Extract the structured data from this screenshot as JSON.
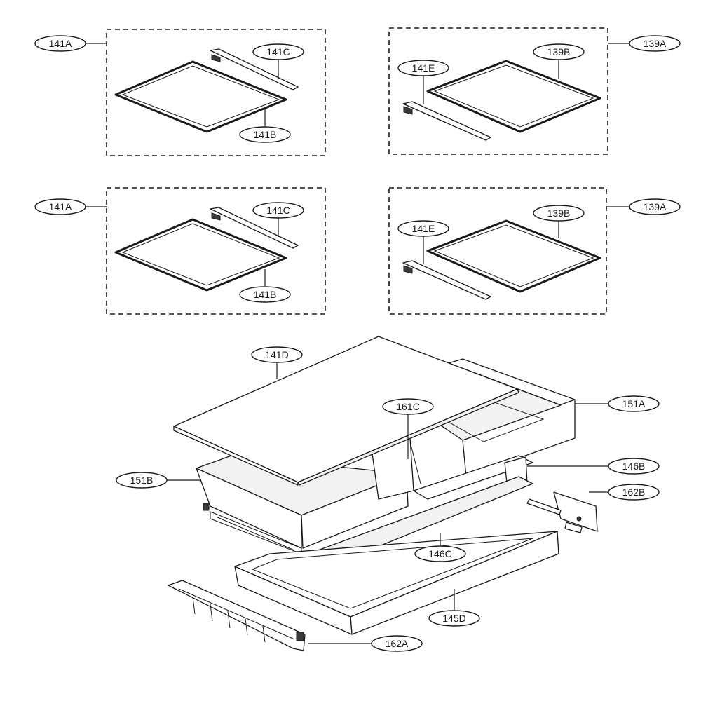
{
  "callouts": {
    "c141A_1": "141A",
    "c141C_1": "141C",
    "c141B_1": "141B",
    "c139A_1": "139A",
    "c139B_1": "139B",
    "c141E_1": "141E",
    "c141A_2": "141A",
    "c141C_2": "141C",
    "c141B_2": "141B",
    "c139A_2": "139A",
    "c139B_2": "139B",
    "c141E_2": "141E",
    "c141D": "141D",
    "c161C": "161C",
    "c151A": "151A",
    "c151B": "151B",
    "c146B": "146B",
    "c162B": "162B",
    "c146C": "146C",
    "c145D": "145D",
    "c162A": "162A"
  }
}
